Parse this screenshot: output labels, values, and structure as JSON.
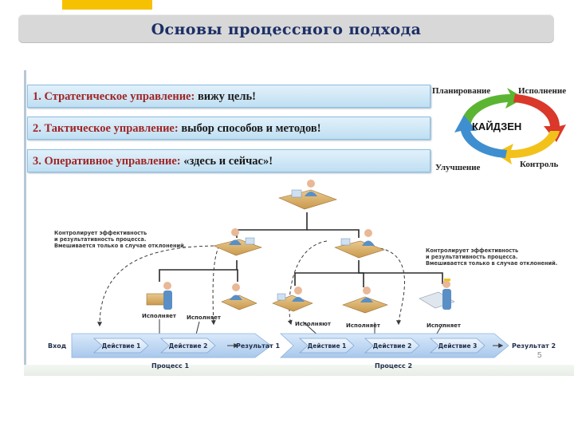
{
  "slide": {
    "title": "Основы процессного подхода"
  },
  "levels": [
    {
      "num": "1.",
      "label": "Стратегическое управление:",
      "text": "вижу цель!"
    },
    {
      "num": "2.",
      "label": "Тактическое управление:",
      "text": "выбор способов и методов!"
    },
    {
      "num": "3.",
      "label": "Оперативное управление:",
      "text": "«здесь и сейчас»!"
    }
  ],
  "kaizen": {
    "center": "КАЙДЗЕН",
    "planning": "Планирование",
    "execution": "Исполнение",
    "improvement": "Улучшение",
    "control": "Контроль",
    "colors": {
      "green": "#5cb532",
      "red": "#d9382a",
      "yellow": "#f2c21b",
      "blue": "#3f8fd0"
    }
  },
  "org": {
    "note_left": "Контролирует эффективность\nи результативность процесса.\nВмешивается только в случае отклонений.",
    "note_right": "Контролирует эффективность\nи результативность процесса.\nВмешивается только в случае отклонений.",
    "executes": "Исполняет",
    "uses": "Исполняет",
    "execs": [
      "Исполняет",
      "Исполняет",
      "Исполняют",
      "Исполняет",
      "Исполняет"
    ]
  },
  "flow": {
    "input": "Вход",
    "process1": {
      "actions": [
        "Действие 1",
        "Действие 2"
      ],
      "result": "Результат 1",
      "name": "Процесс 1"
    },
    "process2": {
      "actions": [
        "Действие 1",
        "Действие 2",
        "Действие 3"
      ],
      "result": "Результат 2",
      "name": "Процесс 2"
    }
  },
  "page_number": "5"
}
